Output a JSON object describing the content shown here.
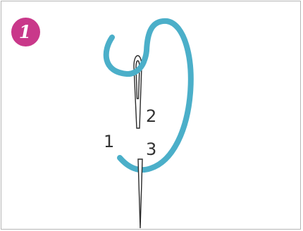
{
  "step_badge": {
    "number": "1",
    "color": "#c9388a"
  },
  "thread_color": "#4bafc9",
  "labels": {
    "point_1": "1",
    "point_2": "2",
    "point_3": "3"
  },
  "icons": {
    "needle": "needle-icon",
    "thread": "thread-loop"
  }
}
